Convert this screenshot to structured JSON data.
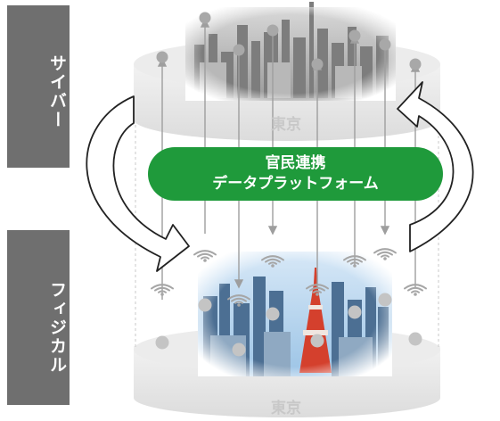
{
  "labels": {
    "cyber": "サイバー",
    "physical": "フィジカル"
  },
  "disks": {
    "top_title": "東京",
    "bottom_title": "東京"
  },
  "banner": {
    "line1": "官民連携",
    "line2": "データプラットフォーム"
  },
  "colors": {
    "label_bg": "#6f6f6f",
    "banner_green": "#1f9a3b",
    "disk_gray": "#e6e6e6",
    "connector_gray": "#9e9e9e",
    "arrow_stroke": "#222222"
  },
  "icons": {
    "wifi": "wifi-icon",
    "node": "node-dot-icon",
    "tower": "tokyo-tower-illustration",
    "skyline": "city-skyline-illustration"
  }
}
